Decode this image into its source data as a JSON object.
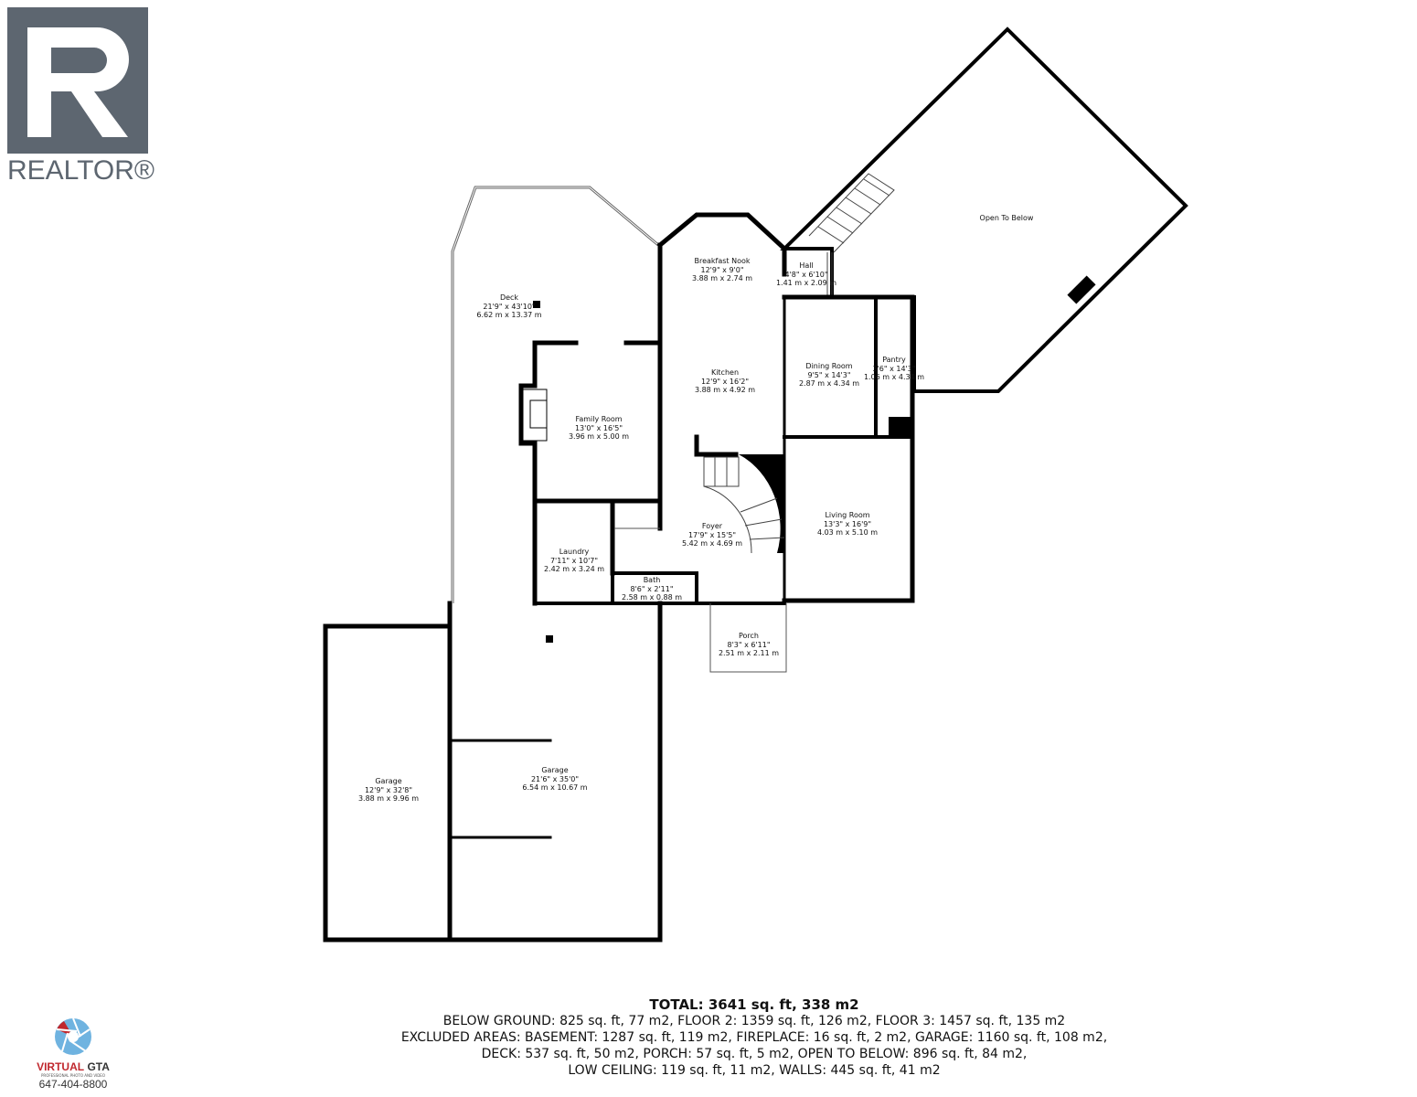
{
  "branding": {
    "realtor_logo_text": "REALTOR®",
    "realtor_color": "#5d6670",
    "photographer_logo": {
      "name_part1": "VIRTUAL",
      "name_part2": "GTA",
      "tagline": "PROFESSIONAL PHOTO AND VIDEO",
      "phone": "647-404-8800",
      "colors": [
        "#c0282e",
        "#6fb3e0"
      ]
    }
  },
  "rooms": [
    {
      "name": "Open To Below",
      "imperial": "",
      "metric": ""
    },
    {
      "name": "Breakfast Nook",
      "imperial": "12'9\" x 9'0\"",
      "metric": "3.88 m x 2.74 m"
    },
    {
      "name": "Hall",
      "imperial": "4'8\" x 6'10\"",
      "metric": "1.41 m x 2.09 m"
    },
    {
      "name": "Deck",
      "imperial": "21'9\" x 43'10\"",
      "metric": "6.62 m x 13.37 m"
    },
    {
      "name": "Kitchen",
      "imperial": "12'9\" x 16'2\"",
      "metric": "3.88 m x 4.92 m"
    },
    {
      "name": "Dining Room",
      "imperial": "9'5\" x 14'3\"",
      "metric": "2.87 m x 4.34 m"
    },
    {
      "name": "Pantry",
      "imperial": "3'6\" x 14'3\"",
      "metric": "1.06 m x 4.34 m"
    },
    {
      "name": "Family Room",
      "imperial": "13'0\" x 16'5\"",
      "metric": "3.96 m x 5.00 m"
    },
    {
      "name": "Living Room",
      "imperial": "13'3\" x 16'9\"",
      "metric": "4.03 m x 5.10 m"
    },
    {
      "name": "Foyer",
      "imperial": "17'9\" x 15'5\"",
      "metric": "5.42 m x 4.69 m"
    },
    {
      "name": "Laundry",
      "imperial": "7'11\" x 10'7\"",
      "metric": "2.42 m x 3.24 m"
    },
    {
      "name": "Bath",
      "imperial": "8'6\" x 2'11\"",
      "metric": "2.58 m x 0.88 m"
    },
    {
      "name": "Porch",
      "imperial": "8'3\" x 6'11\"",
      "metric": "2.51 m x 2.11 m"
    },
    {
      "name": "Garage",
      "imperial": "21'6\" x 35'0\"",
      "metric": "6.54 m x 10.67 m"
    },
    {
      "name": "Garage",
      "imperial": "12'9\" x 32'8\"",
      "metric": "3.88 m x 9.96 m"
    }
  ],
  "summary": {
    "total": "TOTAL: 3641 sq. ft, 338 m2",
    "lines": [
      "BELOW GROUND: 825 sq. ft, 77 m2, FLOOR 2: 1359 sq. ft, 126 m2, FLOOR 3: 1457 sq. ft, 135 m2",
      "EXCLUDED AREAS: BASEMENT: 1287 sq. ft, 119 m2, FIREPLACE: 16 sq. ft, 2 m2, GARAGE: 1160 sq. ft, 108 m2,",
      "DECK: 537 sq. ft, 50 m2, PORCH: 57 sq. ft, 5 m2, OPEN TO BELOW: 896 sq. ft, 84 m2,",
      "LOW CEILING: 119 sq. ft, 11 m2, WALLS: 445 sq. ft, 41 m2"
    ]
  }
}
